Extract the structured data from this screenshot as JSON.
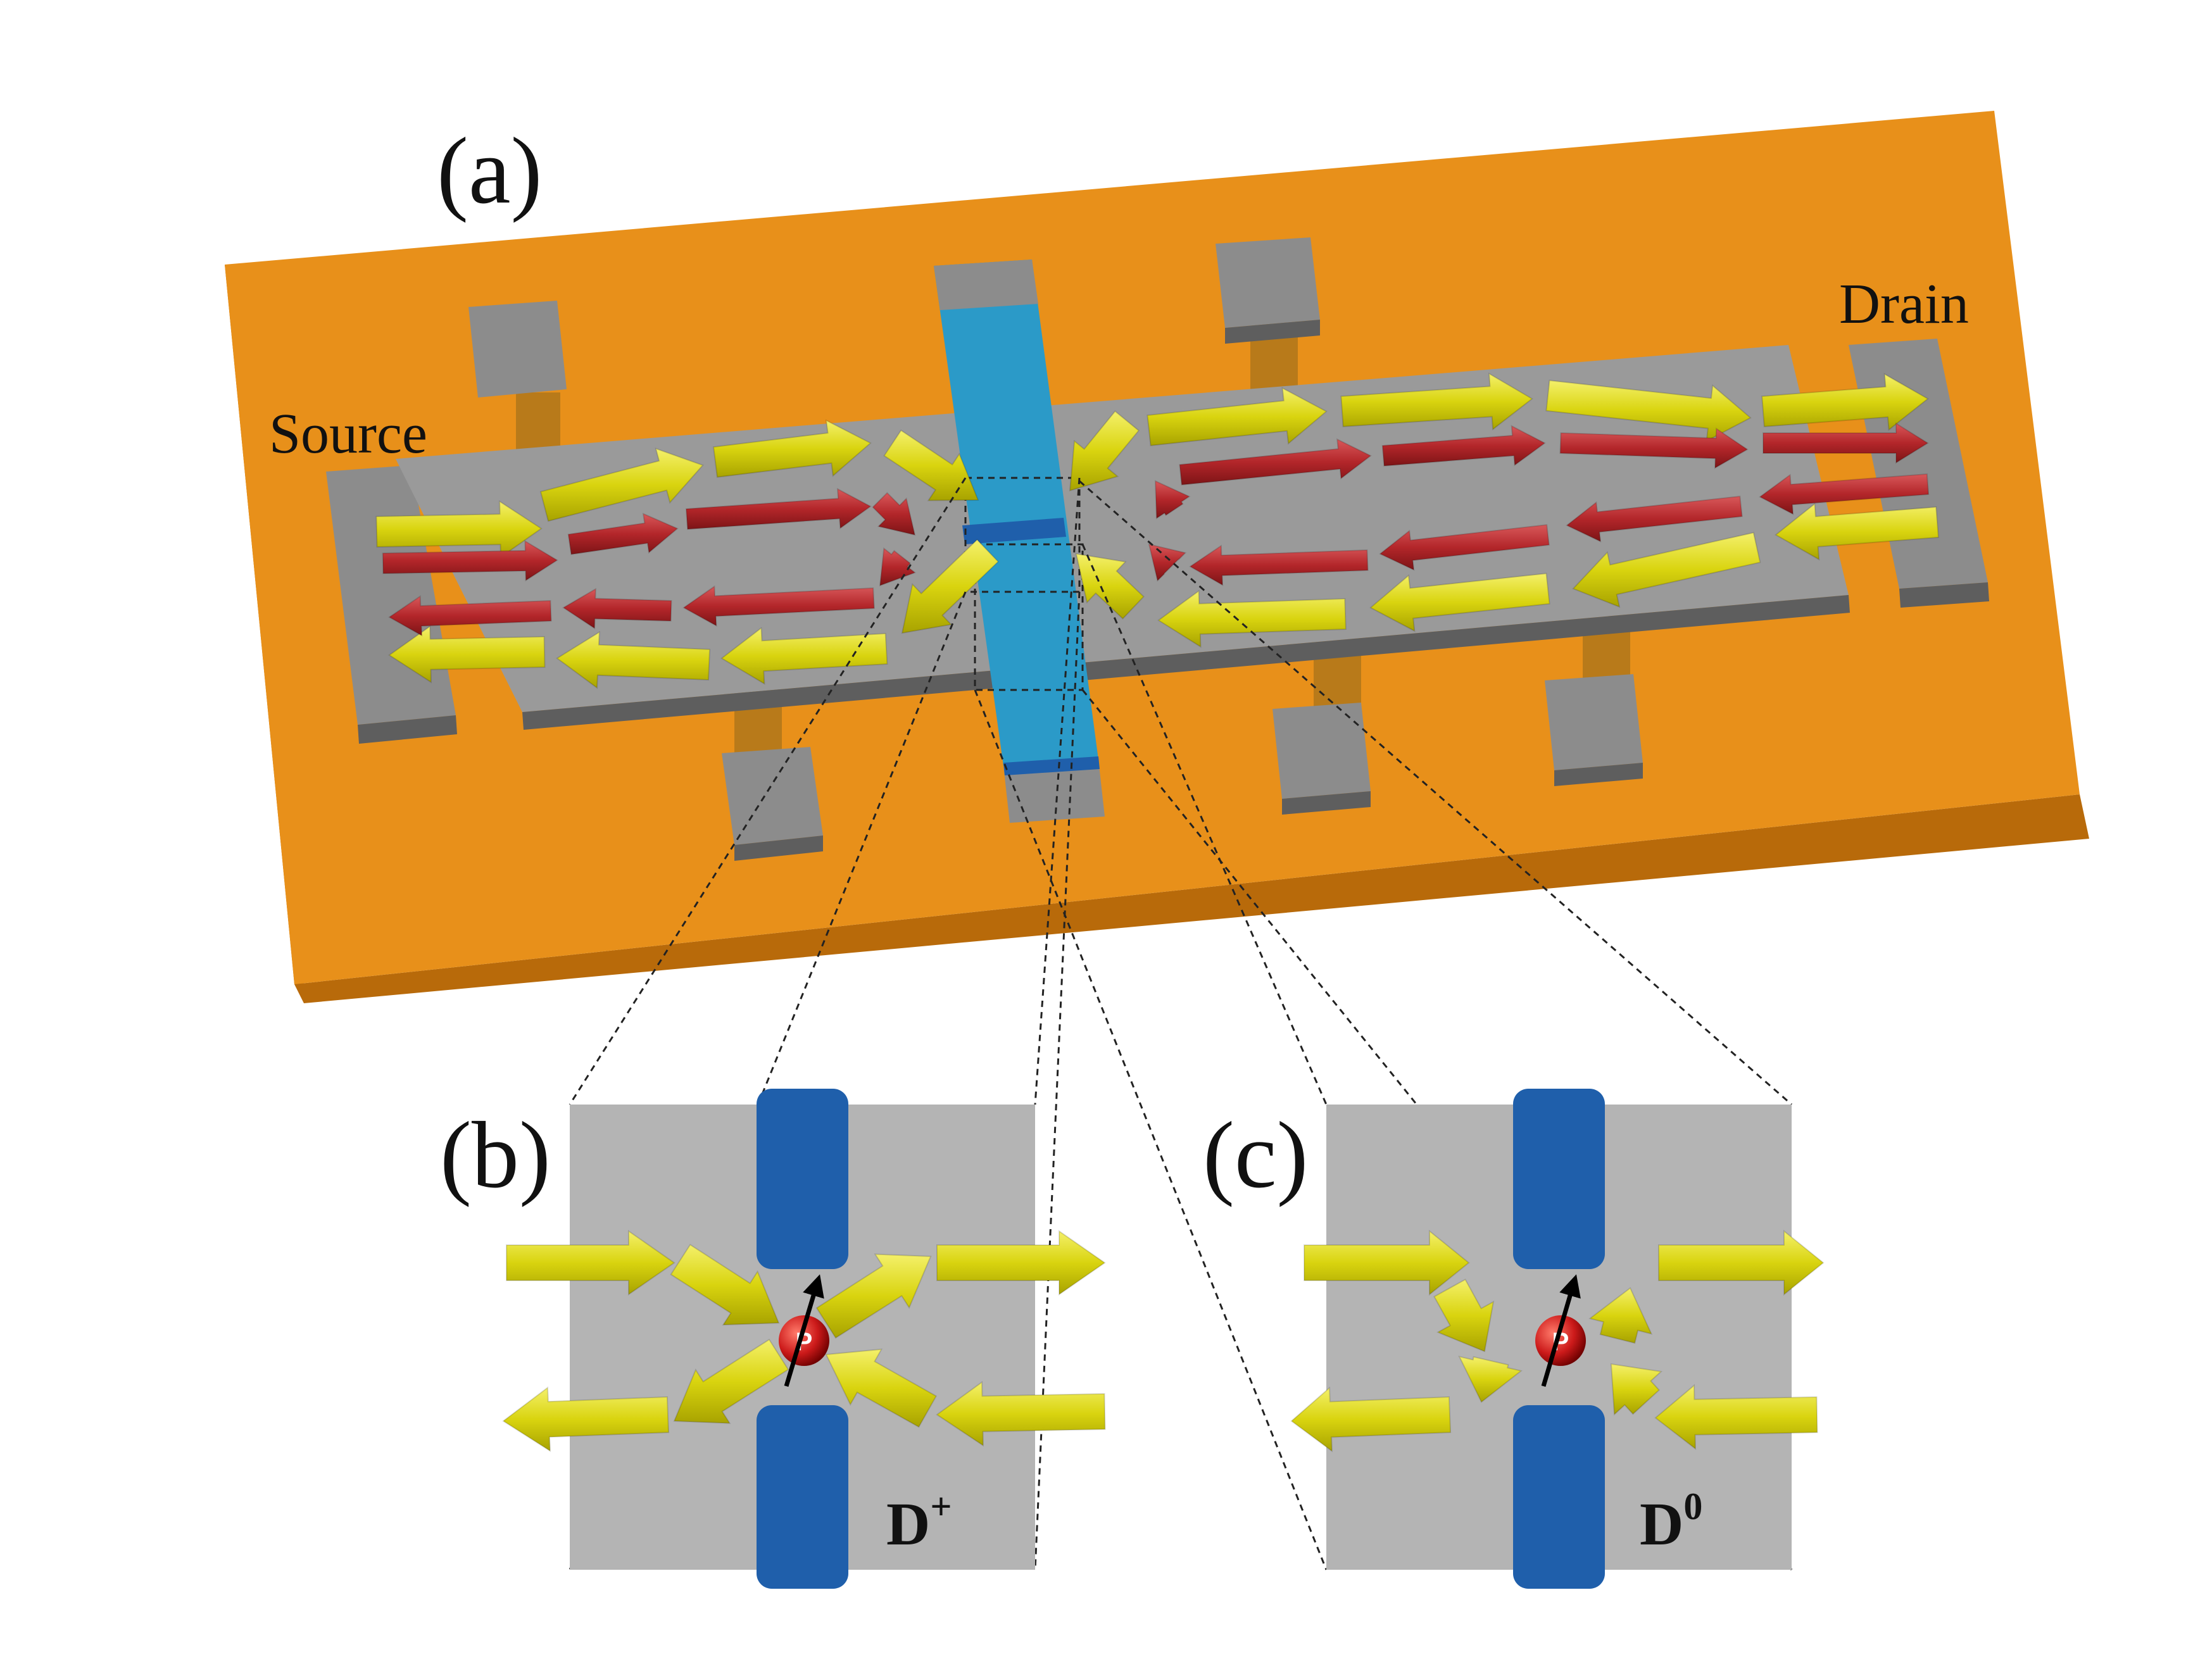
{
  "panels": {
    "a": "(a)",
    "b": "(b)",
    "c": "(c)"
  },
  "device": {
    "source_label": "Source",
    "drain_label": "Drain"
  },
  "insets": {
    "b": {
      "state": "D",
      "superscript": "+",
      "donor": "P"
    },
    "c": {
      "state": "D",
      "superscript": "0",
      "donor": "P"
    }
  },
  "colors": {
    "substrate": "#e8901a",
    "substrate_side": "#b86a0a",
    "channel": "#9a9a9a",
    "pad": "#8c8c8c",
    "gate": "#2b9ac8",
    "gate_dark": "#1f5fab",
    "edge_arrow": "#d9d40f",
    "bulk_arrow": "#b3262a",
    "donor": "#cc1a1a",
    "inset_bg": "#b4b4b4"
  }
}
